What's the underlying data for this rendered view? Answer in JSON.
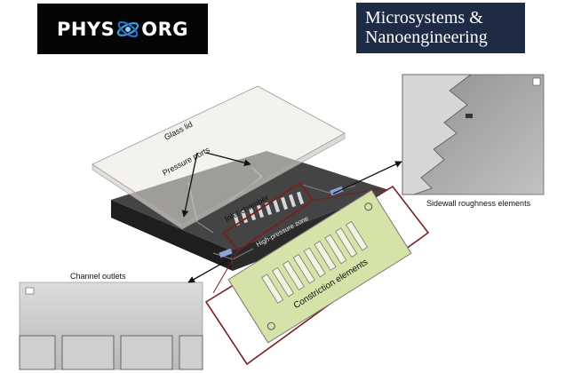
{
  "logos": {
    "physorg_left": "PHYS",
    "physorg_right": "ORG",
    "journal_line1": "Microsystems &",
    "journal_line2": "Nanoengineering"
  },
  "diagram": {
    "glass_lid": "Glass lid",
    "pressure_ports": "Pressure ports",
    "inlet_chamber": "Inlet chamber",
    "high_pressure_zone": "High-pressure zone",
    "sidewall_roughness": "Sidewall roughness elements",
    "channel_outlets": "Channel outlets",
    "constriction_elements": "Constriction elements"
  },
  "colors": {
    "chip_body": "#2c2c2c",
    "lid": "#e8e5e0",
    "highlight_box": "#7a1f1f",
    "inset_fill": "#d5e2a8",
    "sem_background": "#a9a9a9"
  }
}
